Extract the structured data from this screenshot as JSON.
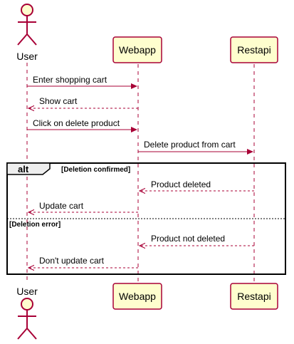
{
  "colors": {
    "background": "#FFFFFF",
    "line": "#A80036",
    "box_fill": "#FEFECE",
    "text": "#000000",
    "frame": "#000000"
  },
  "participants": [
    {
      "id": "user",
      "label": "User",
      "kind": "actor"
    },
    {
      "id": "webapp",
      "label": "Webapp",
      "kind": "participant"
    },
    {
      "id": "restapi",
      "label": "Restapi",
      "kind": "participant"
    }
  ],
  "messages": [
    {
      "from": "user",
      "to": "webapp",
      "label": "Enter shopping cart",
      "style": "solid"
    },
    {
      "from": "webapp",
      "to": "user",
      "label": "Show cart",
      "style": "dashed"
    },
    {
      "from": "user",
      "to": "webapp",
      "label": "Click on delete product",
      "style": "solid"
    },
    {
      "from": "webapp",
      "to": "restapi",
      "label": "Delete product from cart",
      "style": "solid"
    },
    {
      "from": "restapi",
      "to": "webapp",
      "label": "Product deleted",
      "style": "dashed"
    },
    {
      "from": "webapp",
      "to": "user",
      "label": "Update cart",
      "style": "dashed"
    },
    {
      "from": "restapi",
      "to": "webapp",
      "label": "Product not deleted",
      "style": "dashed"
    },
    {
      "from": "webapp",
      "to": "user",
      "label": "Don't update cart",
      "style": "dashed"
    }
  ],
  "alt_fragment": {
    "keyword": "alt",
    "branches": [
      {
        "guard": "[Deletion confirmed]"
      },
      {
        "guard": "[Deletion error]"
      }
    ]
  }
}
